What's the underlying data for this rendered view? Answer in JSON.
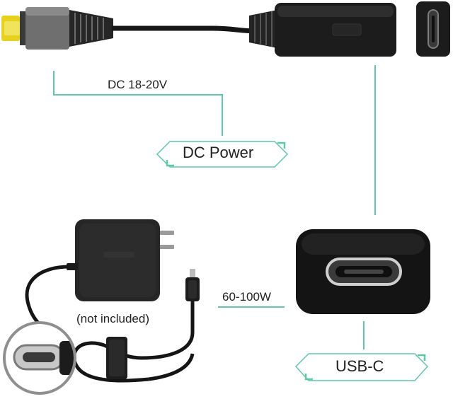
{
  "labels": {
    "dc_voltage": "DC 18-20V",
    "dc_power": "DC Power",
    "not_included": "(not included)",
    "wattage": "60-100W",
    "usb_c": "USB-C"
  },
  "colors": {
    "callout_line": "#5ec9a3",
    "device_body": "#1c1c1c",
    "connector_gray": "#6f6f6f",
    "dc_tip": "#e6d21e",
    "cable": "#151515"
  },
  "icons": [
    "dc-barrel-plug-icon",
    "usb-c-adapter-icon",
    "usb-c-port-end-icon",
    "wall-charger-icon",
    "usb-c-plug-icon",
    "usb-c-port-closeup-icon",
    "usb-c-plug-magnifier-icon"
  ]
}
